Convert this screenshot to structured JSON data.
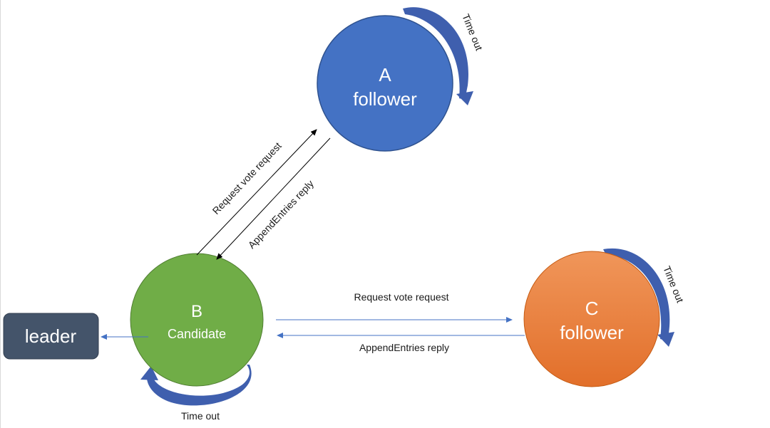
{
  "nodes": {
    "a": {
      "letter": "A",
      "role": "follower",
      "color": "#4472C4"
    },
    "b": {
      "letter": "B",
      "role": "Candidate",
      "color": "#70AD47"
    },
    "c": {
      "letter": "C",
      "role": "follower",
      "color": "#ED7D31"
    },
    "leader": {
      "label": "leader",
      "color": "#44546A"
    }
  },
  "edges": {
    "b_to_a": "Request vote  request",
    "a_to_b": "AppendEntries reply",
    "b_to_c": "Request vote request",
    "c_to_b": "AppendEntries reply"
  },
  "timeouts": {
    "a": "Time out",
    "b": "Time out",
    "c": "Time out"
  },
  "colors": {
    "black_arrow": "#000000",
    "blue_arrow": "#4472C4",
    "timeout_arrow": "#3F5FAE"
  }
}
